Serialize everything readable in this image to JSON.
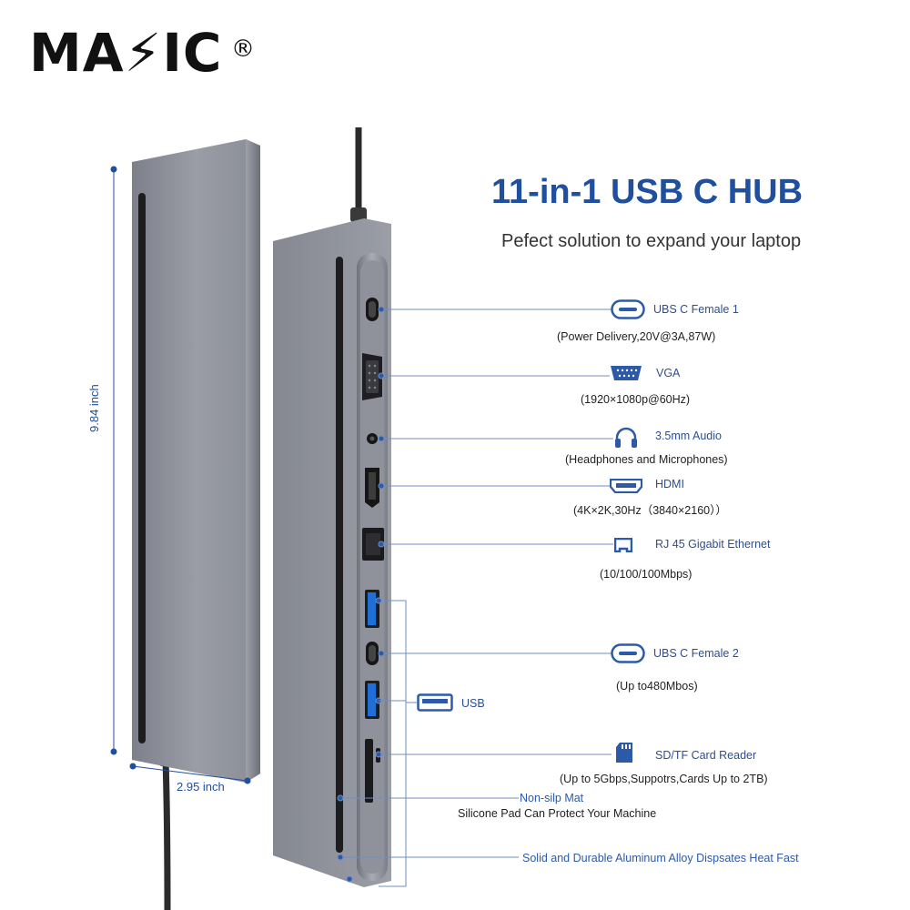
{
  "brand": {
    "name": "MA⚡IC",
    "registered": "®"
  },
  "header": {
    "title": "11-in-1 USB C HUB",
    "subtitle": "Pefect solution to  expand your laptop"
  },
  "dimensions": {
    "height": "9.84 inch",
    "width": "2.95 inch"
  },
  "ports": [
    {
      "icon": "usb-c-icon",
      "label": "UBS C Female 1",
      "desc": "(Power Delivery,20V@3A,87W)"
    },
    {
      "icon": "vga-icon",
      "label": "VGA",
      "desc": "(1920×1080p@60Hz)"
    },
    {
      "icon": "headphones-icon",
      "label": "3.5mm Audio",
      "desc": "(Headphones and Microphones)"
    },
    {
      "icon": "hdmi-icon",
      "label": "HDMI",
      "desc": "(4K×2K,30Hz（3840×2160））"
    },
    {
      "icon": "ethernet-icon",
      "label": "RJ 45 Gigabit Ethernet",
      "desc": "(10/100/100Mbps)"
    },
    {
      "icon": "usb-c-icon",
      "label": "UBS C Female  2",
      "desc": "(Up to480Mbos)"
    },
    {
      "icon": "usb-a-icon",
      "label": "USB",
      "desc": ""
    },
    {
      "icon": "sd-card-icon",
      "label": "SD/TF Card Reader",
      "desc": "(Up to 5Gbps,Suppotrs,Cards Up to 2TB)"
    }
  ],
  "features": {
    "mat_label": "Non-silp Mat",
    "mat_desc": "Silicone Pad Can Protect Your Machine",
    "alloy": "Solid and Durable Aluminum Alloy Dispsates Heat Fast"
  },
  "colors": {
    "accent": "#1f4f9e",
    "line": "#6f8fc4",
    "body": "#8b8e98"
  }
}
